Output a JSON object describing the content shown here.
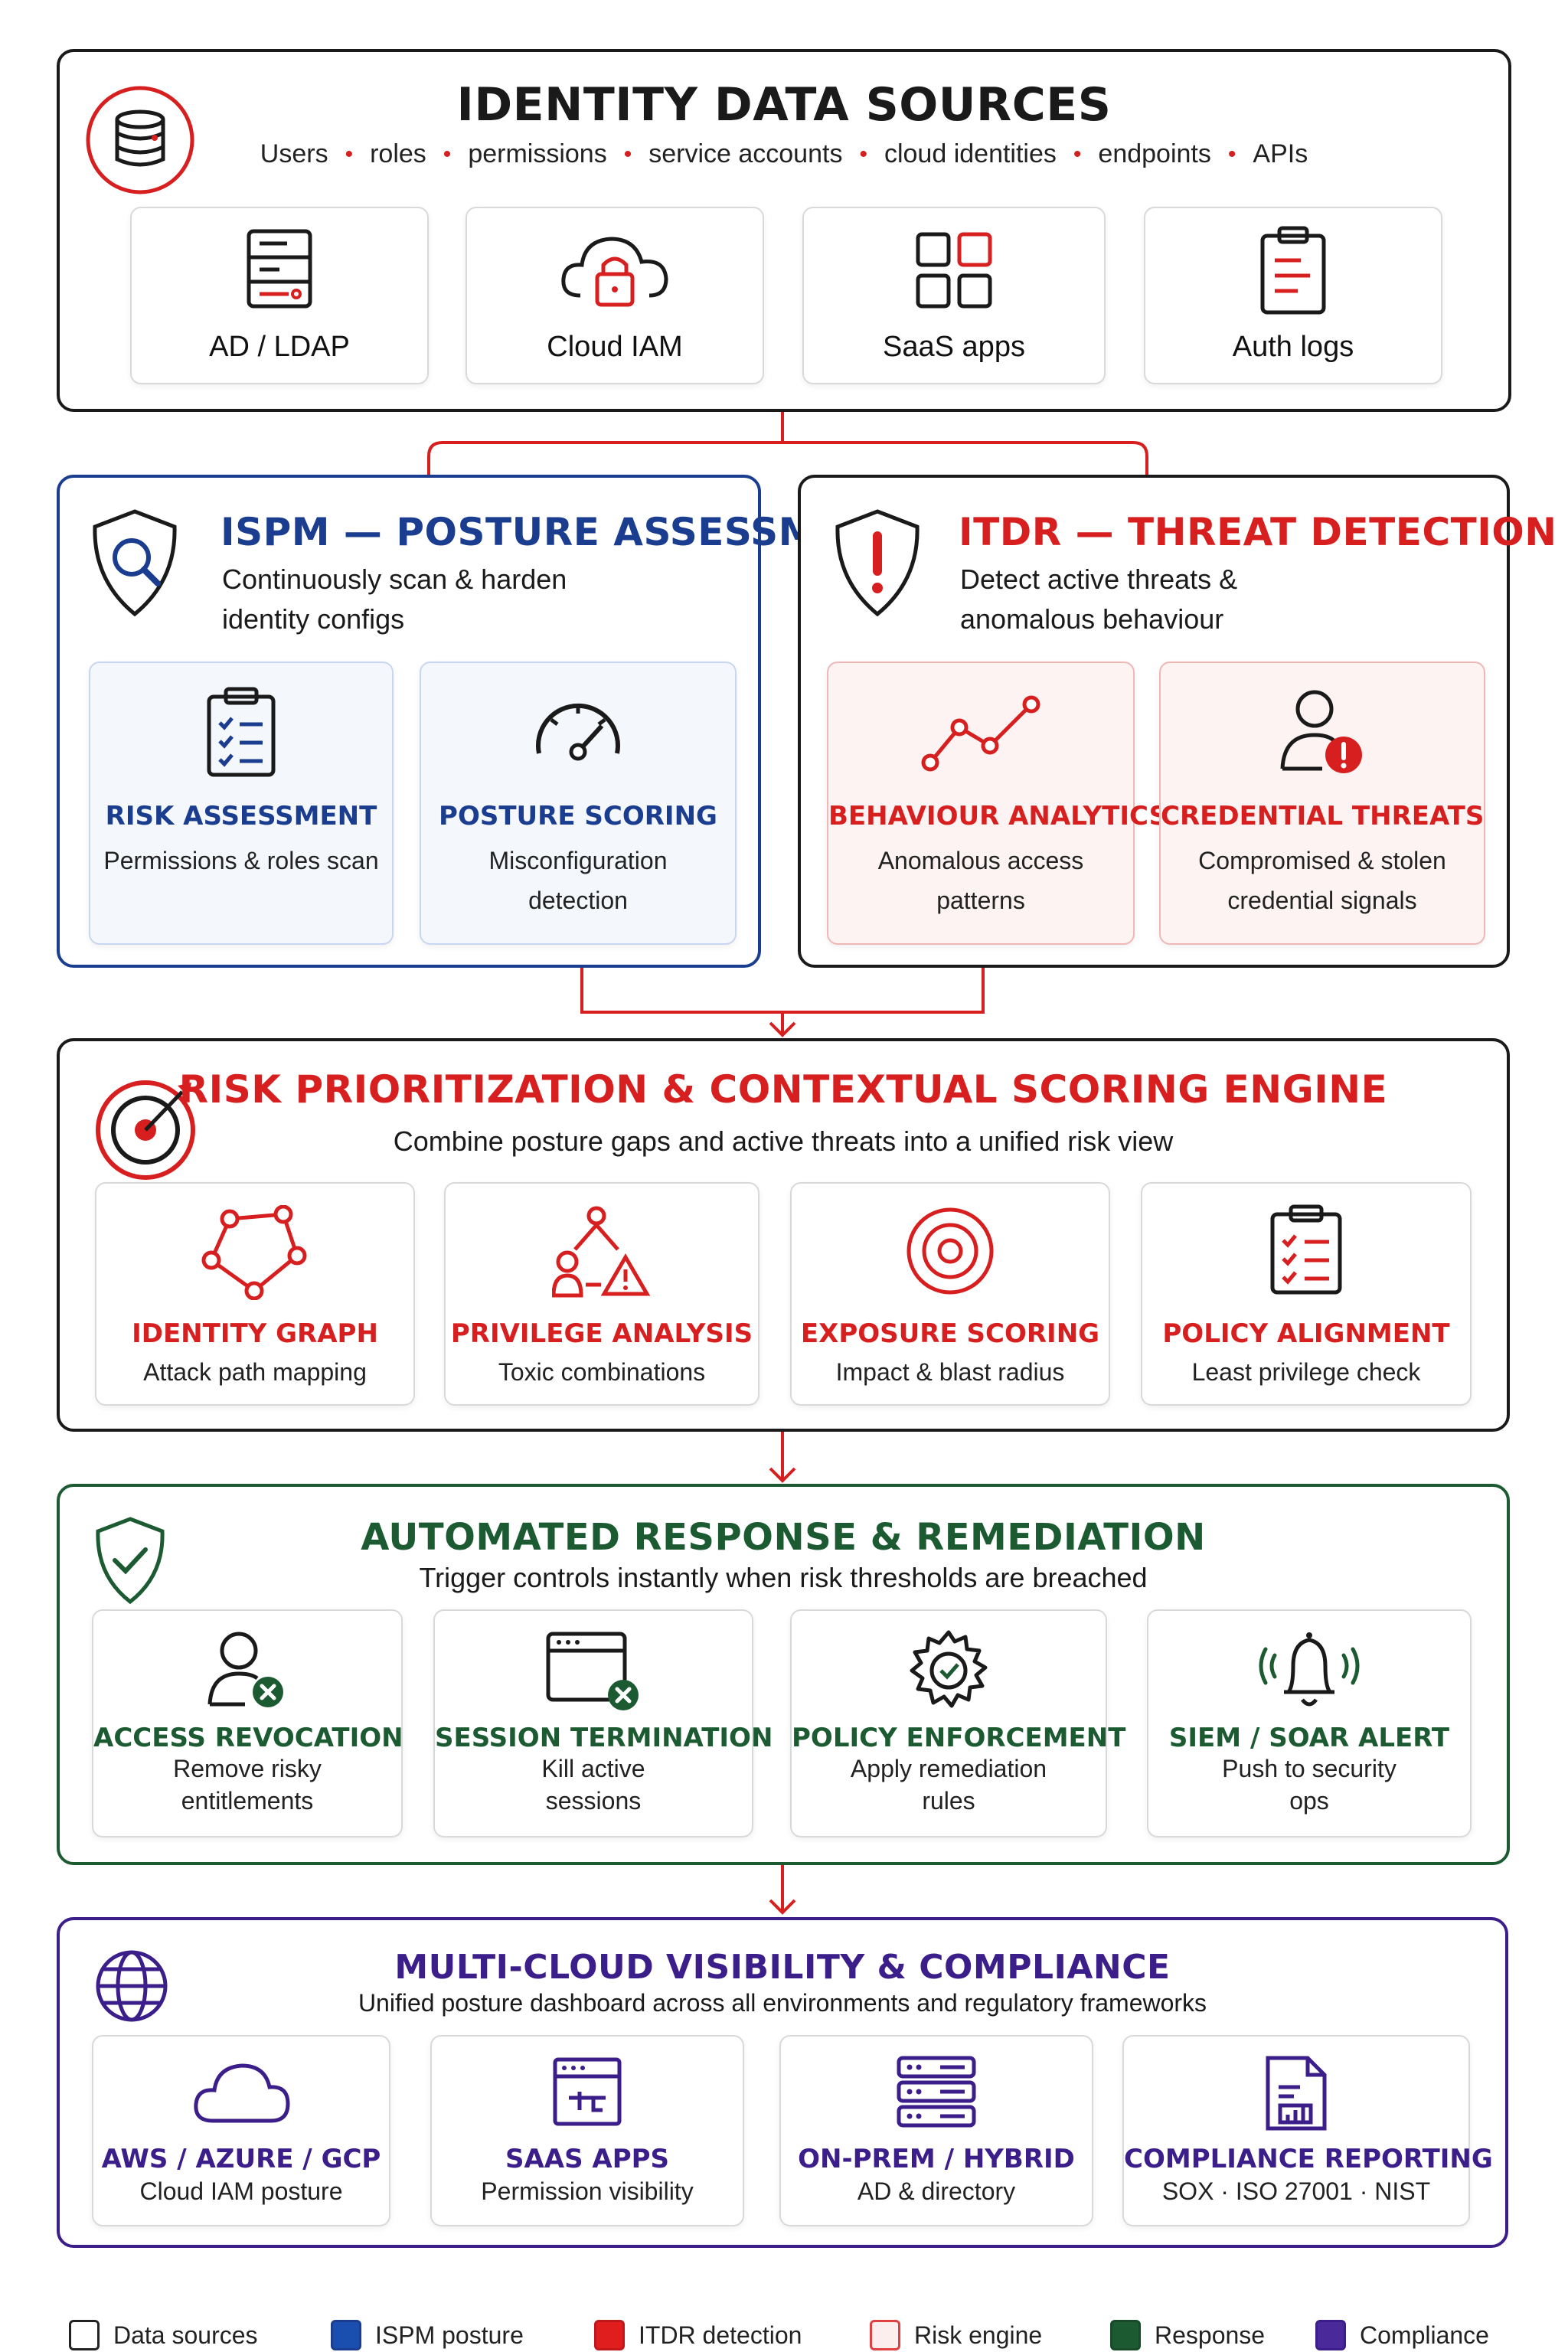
{
  "colors": {
    "dark": "#1a1a1a",
    "ispm_blue": "#1a3d8f",
    "itdr_red": "#d71f1f",
    "response_green": "#1c5b32",
    "compliance_purple": "#3b1e8a",
    "connector": "#d71f1f"
  },
  "sources": {
    "title": "IDENTITY DATA SOURCES",
    "items": [
      "Users",
      "roles",
      "permissions",
      "service accounts",
      "cloud identities",
      "endpoints",
      "APIs"
    ],
    "cards": [
      {
        "label": "AD / LDAP",
        "icon": "server-icon"
      },
      {
        "label": "Cloud IAM",
        "icon": "cloud-lock-icon"
      },
      {
        "label": "SaaS apps",
        "icon": "apps-grid-icon"
      },
      {
        "label": "Auth logs",
        "icon": "clipboard-log-icon"
      }
    ]
  },
  "ispm": {
    "title": "ISPM — POSTURE ASSESSMENT",
    "desc_line1": "Continuously scan & harden",
    "desc_line2": "identity configs",
    "cards": [
      {
        "title": "RISK ASSESSMENT",
        "line1": "Permissions & roles scan",
        "line2": "",
        "icon": "checklist-icon"
      },
      {
        "title": "POSTURE SCORING",
        "line1": "Misconfiguration",
        "line2": "detection",
        "icon": "gauge-icon"
      }
    ]
  },
  "itdr": {
    "title": "ITDR — THREAT DETECTION",
    "desc_line1": "Detect active threats &",
    "desc_line2": "anomalous behaviour",
    "cards": [
      {
        "title": "BEHAVIOUR ANALYTICS",
        "line1": "Anomalous access",
        "line2": "patterns",
        "icon": "trend-line-icon"
      },
      {
        "title": "CREDENTIAL THREATS",
        "line1": "Compromised & stolen",
        "line2": "credential signals",
        "icon": "user-alert-icon"
      }
    ]
  },
  "risk": {
    "title": "RISK PRIORITIZATION & CONTEXTUAL SCORING ENGINE",
    "subtitle": "Combine posture gaps and active threats into a unified risk view",
    "cards": [
      {
        "title": "IDENTITY GRAPH",
        "desc": "Attack path mapping",
        "icon": "graph-icon"
      },
      {
        "title": "PRIVILEGE ANALYSIS",
        "desc": "Toxic combinations",
        "icon": "hierarchy-warning-icon"
      },
      {
        "title": "EXPOSURE SCORING",
        "desc": "Impact & blast radius",
        "icon": "target-rings-icon"
      },
      {
        "title": "POLICY ALIGNMENT",
        "desc": "Least privilege check",
        "icon": "policy-checklist-icon"
      }
    ]
  },
  "response": {
    "title": "AUTOMATED RESPONSE & REMEDIATION",
    "subtitle": "Trigger controls instantly when risk thresholds are breached",
    "cards": [
      {
        "title": "ACCESS REVOCATION",
        "line1": "Remove risky",
        "line2": "entitlements",
        "icon": "user-revoke-icon"
      },
      {
        "title": "SESSION TERMINATION",
        "line1": "Kill active",
        "line2": "sessions",
        "icon": "window-close-icon"
      },
      {
        "title": "POLICY ENFORCEMENT",
        "line1": "Apply remediation",
        "line2": "rules",
        "icon": "gear-check-icon"
      },
      {
        "title": "SIEM / SOAR ALERT",
        "line1": "Push to security",
        "line2": "ops",
        "icon": "bell-alert-icon"
      }
    ]
  },
  "compliance": {
    "title": "MULTI-CLOUD VISIBILITY & COMPLIANCE",
    "subtitle": "Unified posture dashboard across all environments and regulatory frameworks",
    "cards": [
      {
        "title": "AWS / AZURE / GCP",
        "desc": "Cloud IAM posture",
        "icon": "cloud-icon"
      },
      {
        "title": "SAAS APPS",
        "desc": "Permission visibility",
        "icon": "app-window-icon"
      },
      {
        "title": "ON-PREM / HYBRID",
        "desc": "AD & directory",
        "icon": "server-stack-icon"
      },
      {
        "title": "COMPLIANCE REPORTING",
        "desc": "SOX · ISO 27001 · NIST",
        "icon": "report-chart-icon"
      }
    ]
  },
  "legend": [
    {
      "label": "Data sources",
      "color": "#ffffff",
      "border": "#222222"
    },
    {
      "label": "ISPM posture",
      "color": "#1a4fb0",
      "border": "#1a3d8f"
    },
    {
      "label": "ITDR detection",
      "color": "#e01e1e",
      "border": "#c01818"
    },
    {
      "label": "Risk engine",
      "color": "#fdeeee",
      "border": "#e04040"
    },
    {
      "label": "Response",
      "color": "#1c5b32",
      "border": "#174a29"
    },
    {
      "label": "Compliance",
      "color": "#4a2a9a",
      "border": "#3b1e8a"
    }
  ]
}
